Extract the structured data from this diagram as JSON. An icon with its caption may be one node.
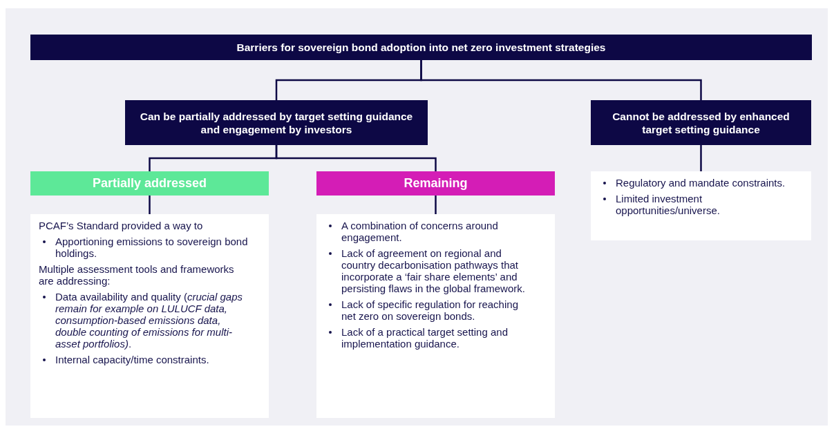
{
  "diagram": {
    "nodes": [
      {
        "text": [
          "Barriers for sovereign bond adoption into net zero investment strategies"
        ]
      },
      {
        "text": [
          "Can be partially addressed by target setting guidance and engagement by investors"
        ]
      },
      {
        "text": [
          "Cannot be addressed by enhanced target setting guidance"
        ]
      },
      {
        "text": [
          "Partially addressed"
        ]
      },
      {
        "text": [
          "Remaining"
        ]
      },
      {
        "text": [
          "PCAF’s Standard provided a way to",
          "Apportioning emissions to sovereign bond holdings.",
          "Multiple assessment tools and frameworks are addressing:",
          "Data availability and quality (*crucial gaps remain for example on LULUCF data, consumption-based emissions data, double counting of emissions for multi-asset portfolios)*.",
          "Internal capacity/time constraints."
        ]
      },
      {
        "text": [
          "A combination of concerns around engagement.",
          "Lack of agreement on regional and country decarbonisation pathways that incorporate a ‘fair share elements’ and persisting flaws in the global framework.",
          "Lack of specific regulation for reaching net zero on sovereign bonds.",
          "Lack of a practical target setting and implementation guidance."
        ]
      },
      {
        "text": [
          "Regulatory and mandate constraints.",
          "Limited investment opportunities/universe."
        ]
      }
    ],
    "edges": [
      {
        "from": 0,
        "to": 1,
        "arrow": "none"
      },
      {
        "from": 0,
        "to": 2,
        "arrow": "none"
      },
      {
        "from": 1,
        "to": 3,
        "arrow": "none"
      },
      {
        "from": 1,
        "to": 4,
        "arrow": "none"
      },
      {
        "from": 3,
        "to": 5,
        "arrow": "none"
      },
      {
        "from": 4,
        "to": 6,
        "arrow": "none"
      },
      {
        "from": 2,
        "to": 7,
        "arrow": "none"
      }
    ]
  }
}
